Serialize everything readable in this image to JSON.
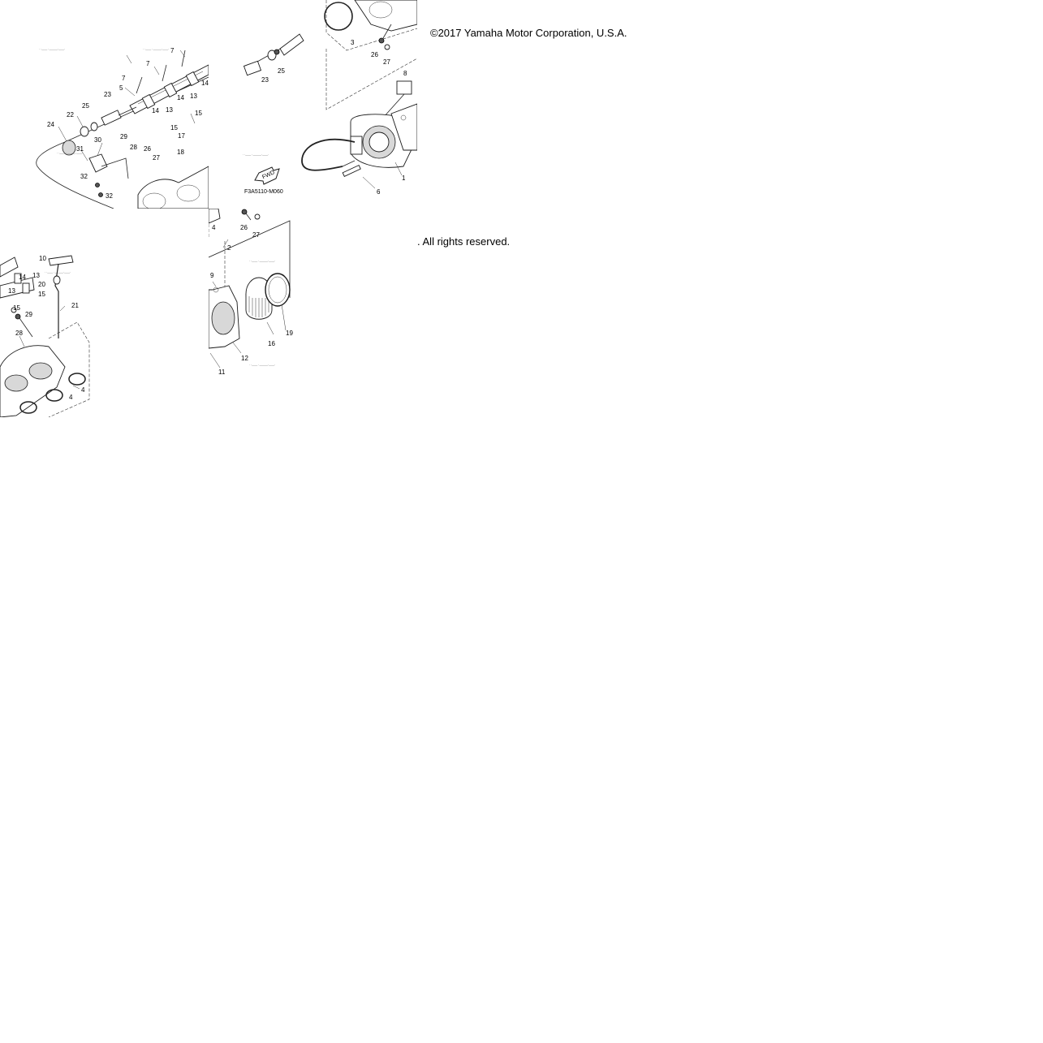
{
  "copyright": {
    "line1": "©2017 Yamaha Motor Corporation, U.S.A.",
    "line2": ". All rights reserved."
  },
  "diagram_code": "F3A5110-M060",
  "fwd_label": "FWD",
  "tiles": {
    "top_left": {
      "callouts": [
        "7",
        "7",
        "7",
        "5",
        "14",
        "23",
        "25",
        "22",
        "24",
        "14",
        "13",
        "14",
        "13",
        "15",
        "29",
        "15",
        "17",
        "28",
        "26",
        "18",
        "27",
        "31",
        "30",
        "32",
        "32"
      ]
    },
    "top_right": {
      "callouts": [
        "3",
        "23",
        "25",
        "26",
        "27",
        "8",
        "1",
        "6"
      ]
    },
    "bottom_left": {
      "callouts": [
        "10",
        "14",
        "13",
        "20",
        "13",
        "15",
        "21",
        "15",
        "29",
        "28",
        "4",
        "4"
      ]
    },
    "bottom_right": {
      "callouts": [
        "4",
        "26",
        "27",
        "2",
        "9",
        "19",
        "16",
        "12",
        "11"
      ]
    }
  }
}
